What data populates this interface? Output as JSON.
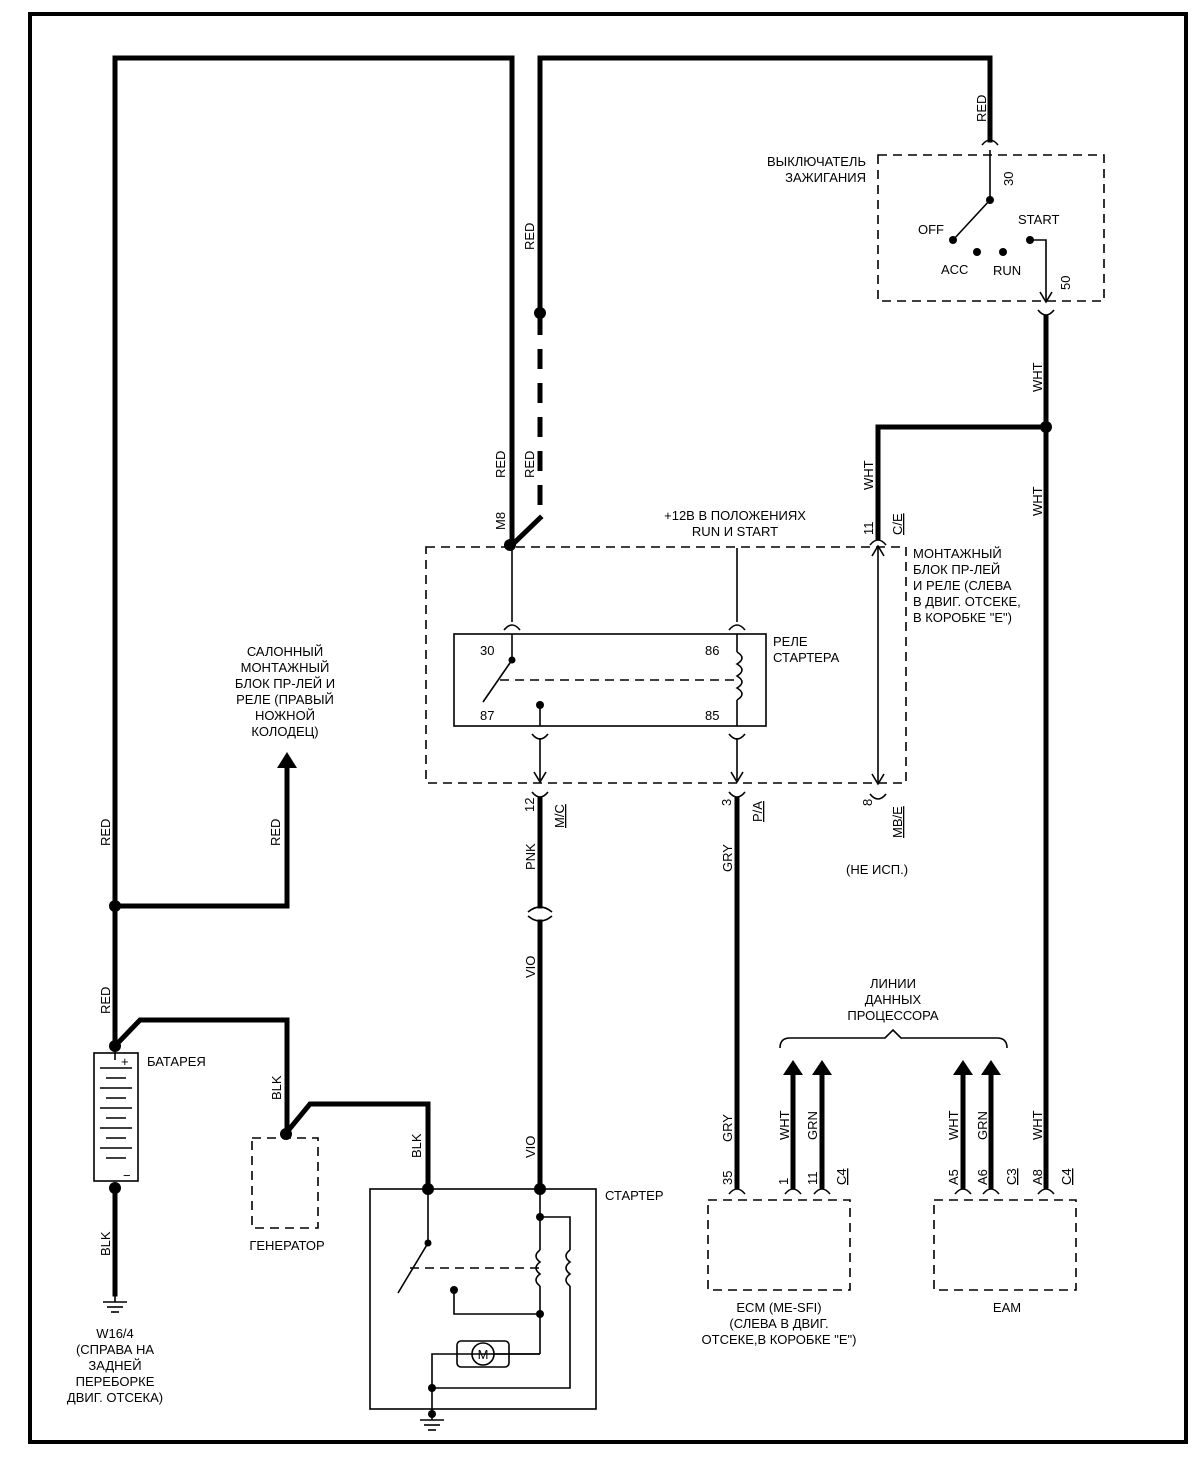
{
  "labels": {
    "ignition_switch": [
      "ВЫКЛЮЧАТЕЛЬ",
      "ЗАЖИГАНИЯ"
    ],
    "sw_off": "OFF",
    "sw_acc": "ACC",
    "sw_run": "RUN",
    "sw_start": "START",
    "pin_30_sw": "30",
    "pin_50_sw": "50",
    "plus12": [
      "+12В В ПОЛОЖЕНИЯХ",
      "RUN И START"
    ],
    "fuse_box": [
      "МОНТАЖНЫЙ",
      "БЛОК ПР-ЛЕЙ",
      "И РЕЛЕ (СЛЕВА",
      "В ДВИГ. ОТСЕКЕ,",
      "В КОРОБКЕ \"Е\")"
    ],
    "interior_box": [
      "САЛОННЫЙ",
      "МОНТАЖНЫЙ",
      "БЛОК ПР-ЛЕЙ И",
      "РЕЛЕ (ПРАВЫЙ",
      "НОЖНОЙ",
      "КОЛОДЕЦ)"
    ],
    "relay": [
      "РЕЛЕ",
      "СТАРТЕРА"
    ],
    "relay_30": "30",
    "relay_86": "86",
    "relay_87": "87",
    "relay_85": "85",
    "m8": "M8",
    "pin_11_ce": "11",
    "ce": "C/E",
    "pin_12": "12",
    "mc": "M/C",
    "pin_3": "3",
    "pa": "P/A",
    "pin_8": "8",
    "mbe": "MB/E",
    "not_used": "(НЕ ИСП.)",
    "data_lines": [
      "ЛИНИИ",
      "ДАННЫХ",
      "ПРОЦЕССОРА"
    ],
    "battery": "БАТАРЕЯ",
    "generator": "ГЕНЕРАТОР",
    "starter": "СТАРТЕР",
    "ground": [
      "W16/4",
      "(СПРАВА НА",
      "ЗАДНЕЙ",
      "ПЕРЕБОРКЕ",
      "ДВИГ. ОТСЕКА)"
    ],
    "ecm": [
      "ECM (ME-SFI)",
      "(СЛЕВА В ДВИГ.",
      "ОТСЕКЕ,В КОРОБКЕ \"Е\")"
    ],
    "eam": "EAM",
    "ecm_35": "35",
    "ecm_1": "1",
    "ecm_11": "11",
    "ecm_c4": "C4",
    "eam_a5": "A5",
    "eam_a6": "A6",
    "eam_c3": "C3",
    "eam_a8": "A8",
    "eam_c4": "C4",
    "motor": "M",
    "plus": "+",
    "minus": "−"
  },
  "wires": {
    "red": "RED",
    "wht": "WHT",
    "blk": "BLK",
    "pnk": "PNK",
    "vio": "VIO",
    "gry": "GRY",
    "grn": "GRN"
  }
}
